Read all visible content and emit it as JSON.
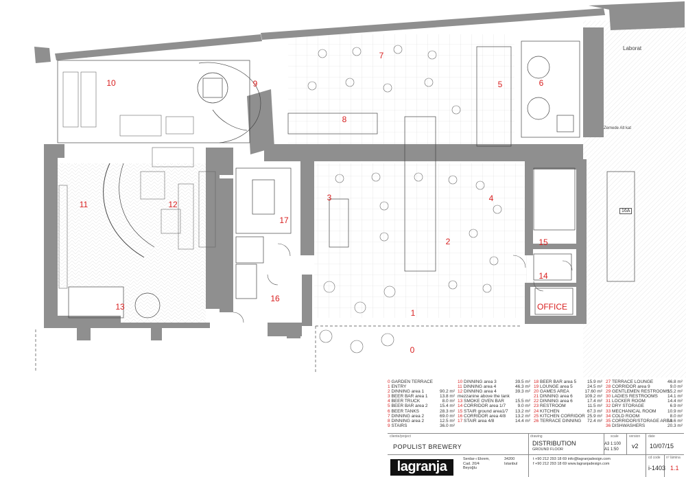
{
  "room_numbers": [
    "0",
    "1",
    "2",
    "3",
    "4",
    "5",
    "6",
    "7",
    "8",
    "9",
    "10",
    "11",
    "12",
    "13",
    "14",
    "15",
    "16",
    "17"
  ],
  "office_label": "OFFICE",
  "annotations": {
    "labor": "Laborat",
    "zemin": "Zemede Alt kat",
    "cut": "16A"
  },
  "legend": {
    "columns": [
      [
        {
          "num": "0",
          "name": "GARDEN TERRACE",
          "area": ""
        },
        {
          "num": "1",
          "name": "ENTRY",
          "area": ""
        },
        {
          "num": "2",
          "name": "DINNING area 1",
          "area": "90.2 m²"
        },
        {
          "num": "3",
          "name": "BEER BAR area 1",
          "area": "13.8 m²"
        },
        {
          "num": "4",
          "name": "BEER TRUCK",
          "area": "8.0 m²"
        },
        {
          "num": "5",
          "name": "BEER BAR area 2",
          "area": "15.4 m²"
        },
        {
          "num": "6",
          "name": "BEER TANKS",
          "area": "28.3 m²"
        },
        {
          "num": "7",
          "name": "DINNING area 2",
          "area": "69.0 m²"
        },
        {
          "num": "8",
          "name": "DINNING area 2",
          "area": "12.5 m²"
        },
        {
          "num": "9",
          "name": "STAIRS",
          "area": "36.0 m²"
        }
      ],
      [
        {
          "num": "10",
          "name": "DINNING area 3",
          "area": "39.5 m²"
        },
        {
          "num": "11",
          "name": "DINNING area 4",
          "area": "46.3 m²"
        },
        {
          "num": "12",
          "name": "DINNING area 4",
          "area": "39.3 m²"
        },
        {
          "num": "",
          "name": "mezzanine above the tank",
          "area": ""
        },
        {
          "num": "13",
          "name": "SMOKE OVEN BAR",
          "area": "15.5 m²"
        },
        {
          "num": "14",
          "name": "CORRIDOR area 1/7",
          "area": "9.0 m²"
        },
        {
          "num": "15",
          "name": "STAIR ground area1/7",
          "area": "13.2 m²"
        },
        {
          "num": "16",
          "name": "CORRIDOR area 4/8",
          "area": "13.2 m²"
        },
        {
          "num": "17",
          "name": "STAIR area 4/8",
          "area": "14.4 m²"
        }
      ],
      [
        {
          "num": "18",
          "name": "BEER BAR area 5",
          "area": "15.9 m²"
        },
        {
          "num": "19",
          "name": "LOUNGE area 5",
          "area": "24.5 m²"
        },
        {
          "num": "20",
          "name": "GAMES AREA",
          "area": "17.60 m²"
        },
        {
          "num": "21",
          "name": "DINNING area 6",
          "area": "109.2 m²"
        },
        {
          "num": "22",
          "name": "DINNING area 6",
          "area": "17.4 m²"
        },
        {
          "num": "23",
          "name": "RESTROOM",
          "area": "11.5 m²"
        },
        {
          "num": "24",
          "name": "KITCHEN",
          "area": "67.3 m²"
        },
        {
          "num": "25",
          "name": "KITCHEN CORRIDOR",
          "area": "25.9 m²"
        },
        {
          "num": "26",
          "name": "TERRACE DINNING",
          "area": "72.4 m²"
        }
      ],
      [
        {
          "num": "27",
          "name": "TERRACE LOUNGE",
          "area": "46.8 m²"
        },
        {
          "num": "28",
          "name": "CORRIDOR area 9",
          "area": "9.0 m²"
        },
        {
          "num": "29",
          "name": "GENTLEMEN RESTROOMS",
          "area": "15.2 m²"
        },
        {
          "num": "30",
          "name": "LADIES RESTROOMS",
          "area": "14.1 m²"
        },
        {
          "num": "31",
          "name": "LOCKER ROOM",
          "area": "14.4 m²"
        },
        {
          "num": "32",
          "name": "DRY STORAGE",
          "area": "6.9 m²"
        },
        {
          "num": "33",
          "name": "MECHANICAL ROOM",
          "area": "10.9 m²"
        },
        {
          "num": "34",
          "name": "COLD ROOM",
          "area": "8.0 m²"
        },
        {
          "num": "35",
          "name": "CORRIDOR/STORAGE AREA",
          "area": "19.6 m²"
        },
        {
          "num": "36",
          "name": "DISHWASHERS",
          "area": "20.3 m²"
        }
      ]
    ]
  },
  "title_block": {
    "client_label": "cliente/project",
    "client": "POPULIST BREWERY",
    "drawing_label": "drawing",
    "drawing": "DISTRIBUTION",
    "drawing_sub": "GROUND FLOOR",
    "scale_label": "scale",
    "scale_a3": "A3  1:100",
    "scale_a1": "A1  1:50",
    "version_label": "version",
    "version": "v2",
    "date_label": "date",
    "date": "10/07/15",
    "logo": "lagranja",
    "address_1": "Serdar-ı Ekrem,",
    "address_2": "Cad. 20/4",
    "address_3": "Beyoğlu",
    "zip": "34200",
    "city": "Istanbul",
    "phone_1": "t +90 212 293 18 69",
    "phone_2": "f +90 212 293 18 69",
    "email": "info@lagranjadesign.com",
    "web": "www.lagranjadesign.com",
    "code_label": "cd code",
    "code": "i-1403",
    "sheet_label": "nº lámina",
    "sheet": "1.1"
  }
}
